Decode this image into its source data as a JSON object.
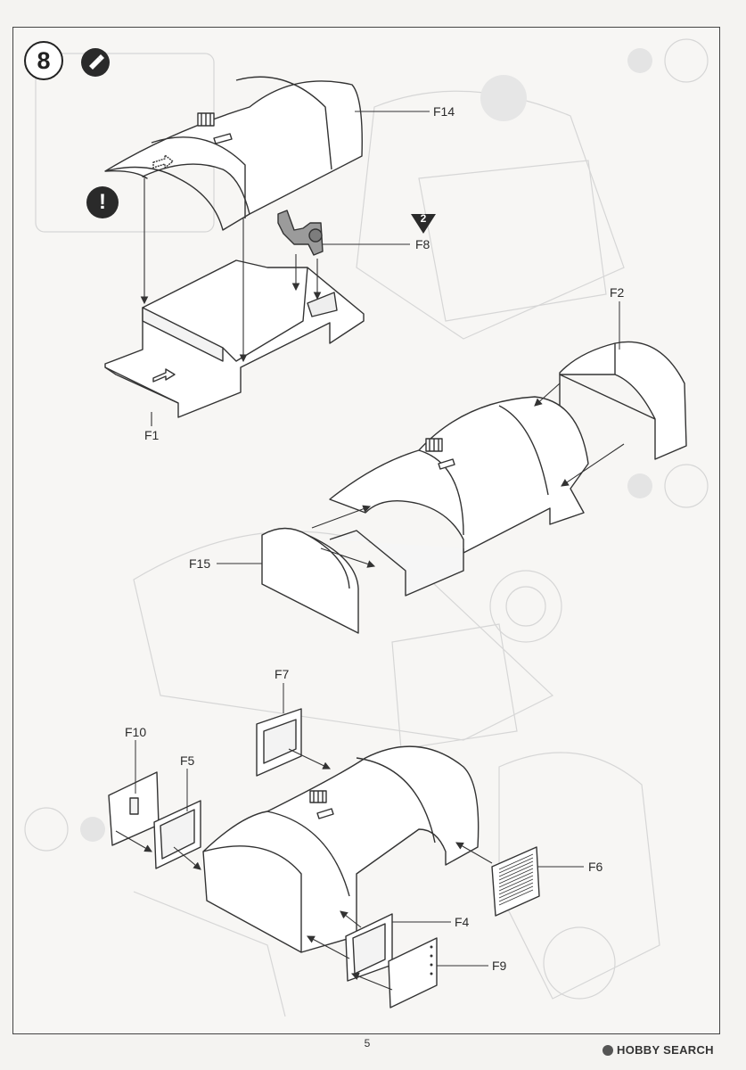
{
  "step": {
    "number": "8",
    "caution_icon": "exclamation-icon",
    "glue_icon": "glue-tube-icon"
  },
  "paint_badge": {
    "number": "2"
  },
  "parts": {
    "f14": "F14",
    "f8": "F8",
    "f1": "F1",
    "f2": "F2",
    "f15": "F15",
    "f7": "F7",
    "f10": "F10",
    "f5": "F5",
    "f6": "F6",
    "f4": "F4",
    "f9": "F9"
  },
  "footer": {
    "page_number": "5",
    "watermark": "HOBBY SEARCH"
  },
  "colors": {
    "line": "#333333",
    "fill": "#ffffff",
    "ghost": "#d8d8d8"
  }
}
